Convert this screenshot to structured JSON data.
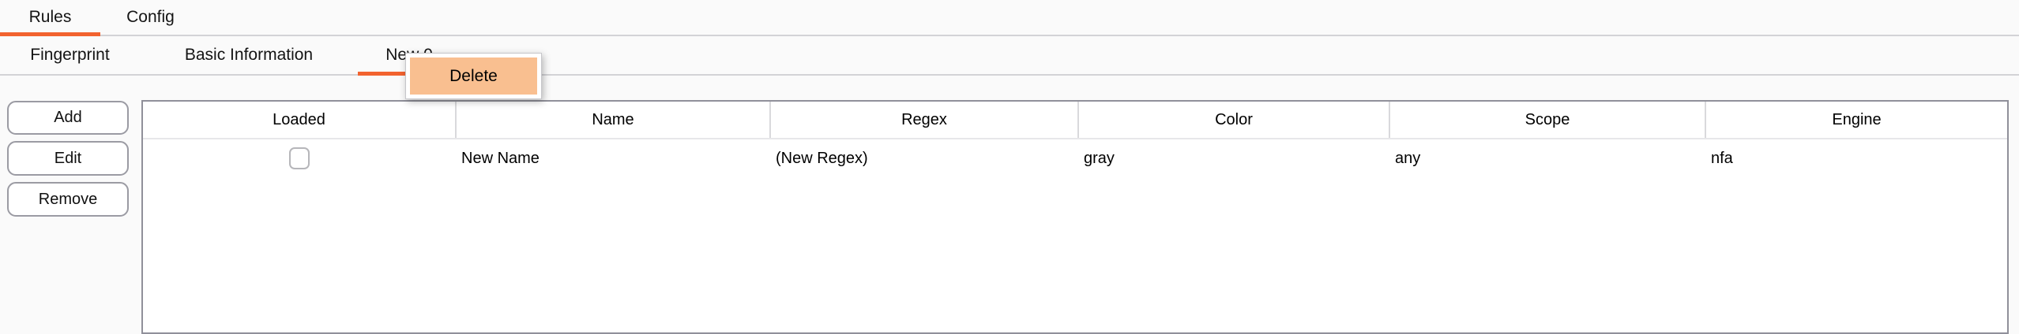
{
  "tabs_primary": {
    "items": [
      {
        "label": "Rules",
        "selected": true
      },
      {
        "label": "Config",
        "selected": false
      }
    ]
  },
  "tabs_secondary": {
    "items": [
      {
        "label": "Fingerprint",
        "selected": false
      },
      {
        "label": "Basic Information",
        "selected": false
      },
      {
        "label": "New 0",
        "selected": true
      }
    ]
  },
  "context_menu": {
    "items": [
      {
        "label": "Delete",
        "highlighted": true
      }
    ]
  },
  "actions": {
    "add_label": "Add",
    "edit_label": "Edit",
    "remove_label": "Remove"
  },
  "table": {
    "columns": [
      "Loaded",
      "Name",
      "Regex",
      "Color",
      "Scope",
      "Engine"
    ],
    "rows": [
      {
        "loaded": false,
        "name": "New Name",
        "regex": "(New Regex)",
        "color": "gray",
        "scope": "any",
        "engine": "nfa"
      }
    ]
  },
  "colors": {
    "accent": "#f2632f",
    "menu_highlight": "#f9bf90",
    "table_border": "#90909a",
    "background": "#fafafa"
  }
}
